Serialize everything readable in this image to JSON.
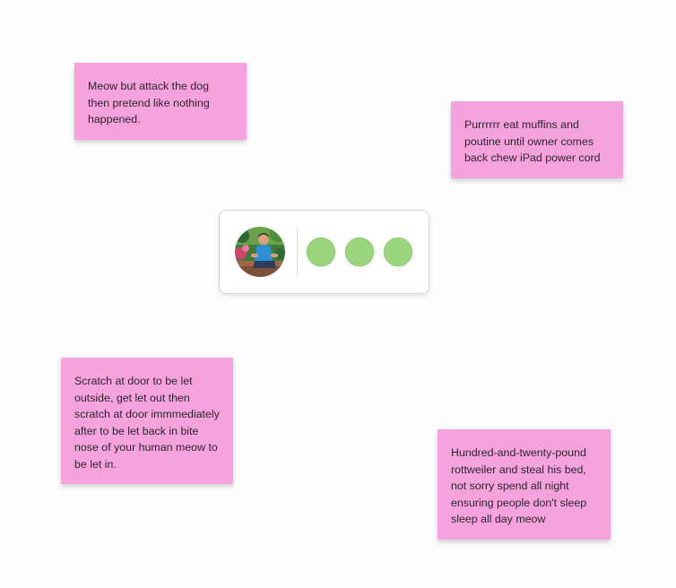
{
  "notes": [
    {
      "text": "Meow but attack the dog then pretend like nothing happened."
    },
    {
      "text": "Purrrrrr eat muffins and poutine until owner comes back chew iPad power cord"
    },
    {
      "text": "Scratch at door to be let outside, get let out then scratch at door immmediately after to be let back in bite nose of your human meow to be let in."
    },
    {
      "text": "Hundred-and-twenty-pound rottweiler and steal his bed, not sorry spend all night ensuring people don't sleep sleep all day meow"
    }
  ],
  "presence_card": {
    "avatar_icon": "user-avatar-photo",
    "dot_color": "#9bd57e",
    "dots": [
      {
        "icon": "presence-dot-icon"
      },
      {
        "icon": "presence-dot-icon"
      },
      {
        "icon": "presence-dot-icon"
      }
    ]
  },
  "colors": {
    "note_background": "#f6a3dd",
    "canvas_background": "#fdfcfe"
  }
}
